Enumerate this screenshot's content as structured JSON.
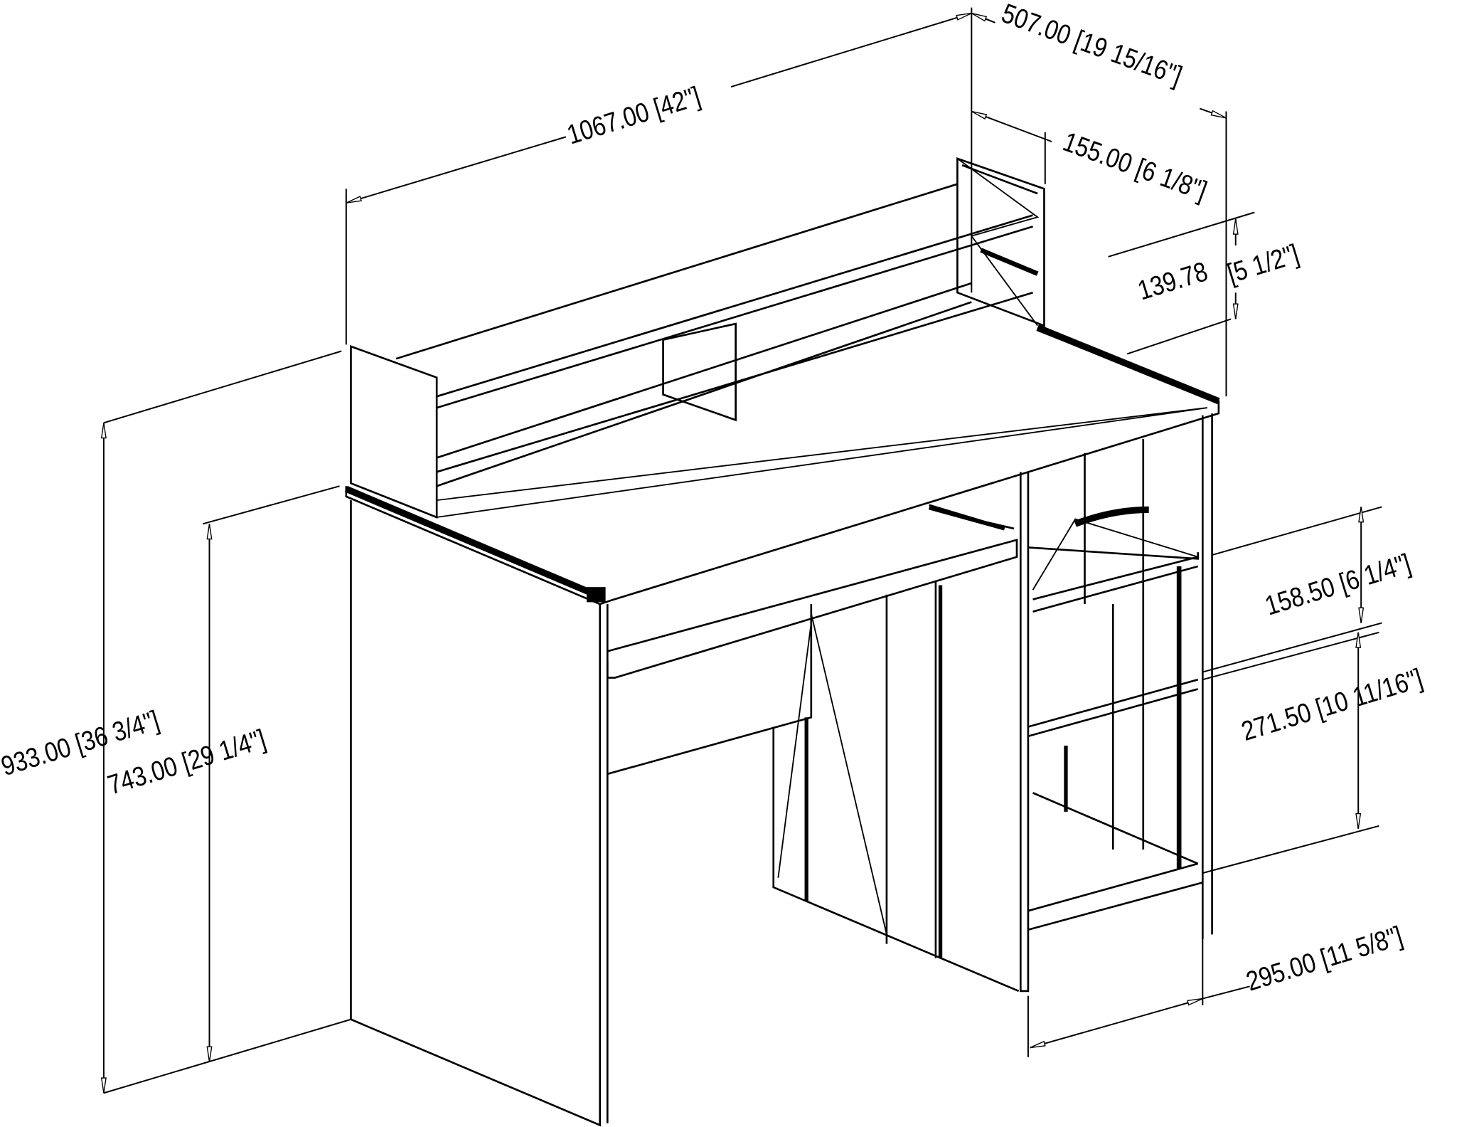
{
  "title": "Desk with hutch – dimension drawing",
  "dimensions": {
    "width": "1067.00 [42\"]",
    "depth": "507.00 [19 15/16\"]",
    "hutch_depth": "155.00 [6 1/8\"]",
    "hutch_height_mm": "139.78",
    "hutch_height_in": "[5 1/2\"]",
    "total_height": "933.00 [36 3/4\"]",
    "desk_height": "743.00 [29 1/4\"]",
    "drawer_height": "158.50 [6 1/4\"]",
    "shelf_height": "271.50 [10 11/16\"]",
    "pedestal_width": "295.00 [11 5/8\"]"
  }
}
